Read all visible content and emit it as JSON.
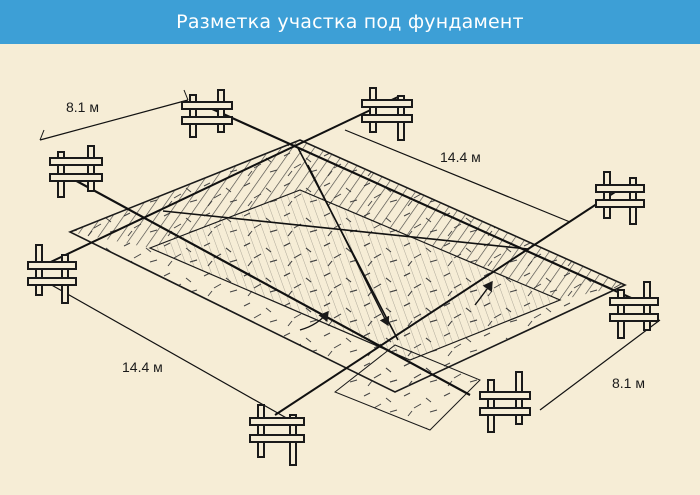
{
  "header": {
    "title": "Разметка участка под фундамент"
  },
  "colors": {
    "header_bg": "#3d9fd6",
    "background": "#f6edd6",
    "ink": "#1a1a1a"
  },
  "dimensions": {
    "top_left_width": "8.1 м",
    "top_right_length": "14.4 м",
    "bottom_left_length": "14.4 м",
    "bottom_right_width": "8.1 м"
  }
}
